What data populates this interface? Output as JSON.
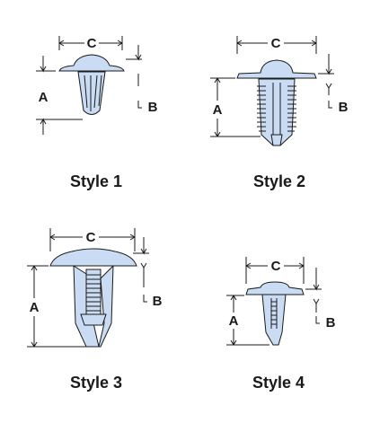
{
  "figures": [
    {
      "caption": "Style 1",
      "dims": {
        "a": "A",
        "b": "B",
        "c": "C"
      }
    },
    {
      "caption": "Style 2",
      "dims": {
        "a": "A",
        "b": "B",
        "c": "C"
      }
    },
    {
      "caption": "Style 3",
      "dims": {
        "a": "A",
        "b": "B",
        "c": "C"
      }
    },
    {
      "caption": "Style 4",
      "dims": {
        "a": "A",
        "b": "B",
        "c": "C"
      }
    }
  ],
  "colors": {
    "part_fill": "#c9dcf3",
    "ink": "#1a1a1a",
    "background": "#ffffff"
  }
}
